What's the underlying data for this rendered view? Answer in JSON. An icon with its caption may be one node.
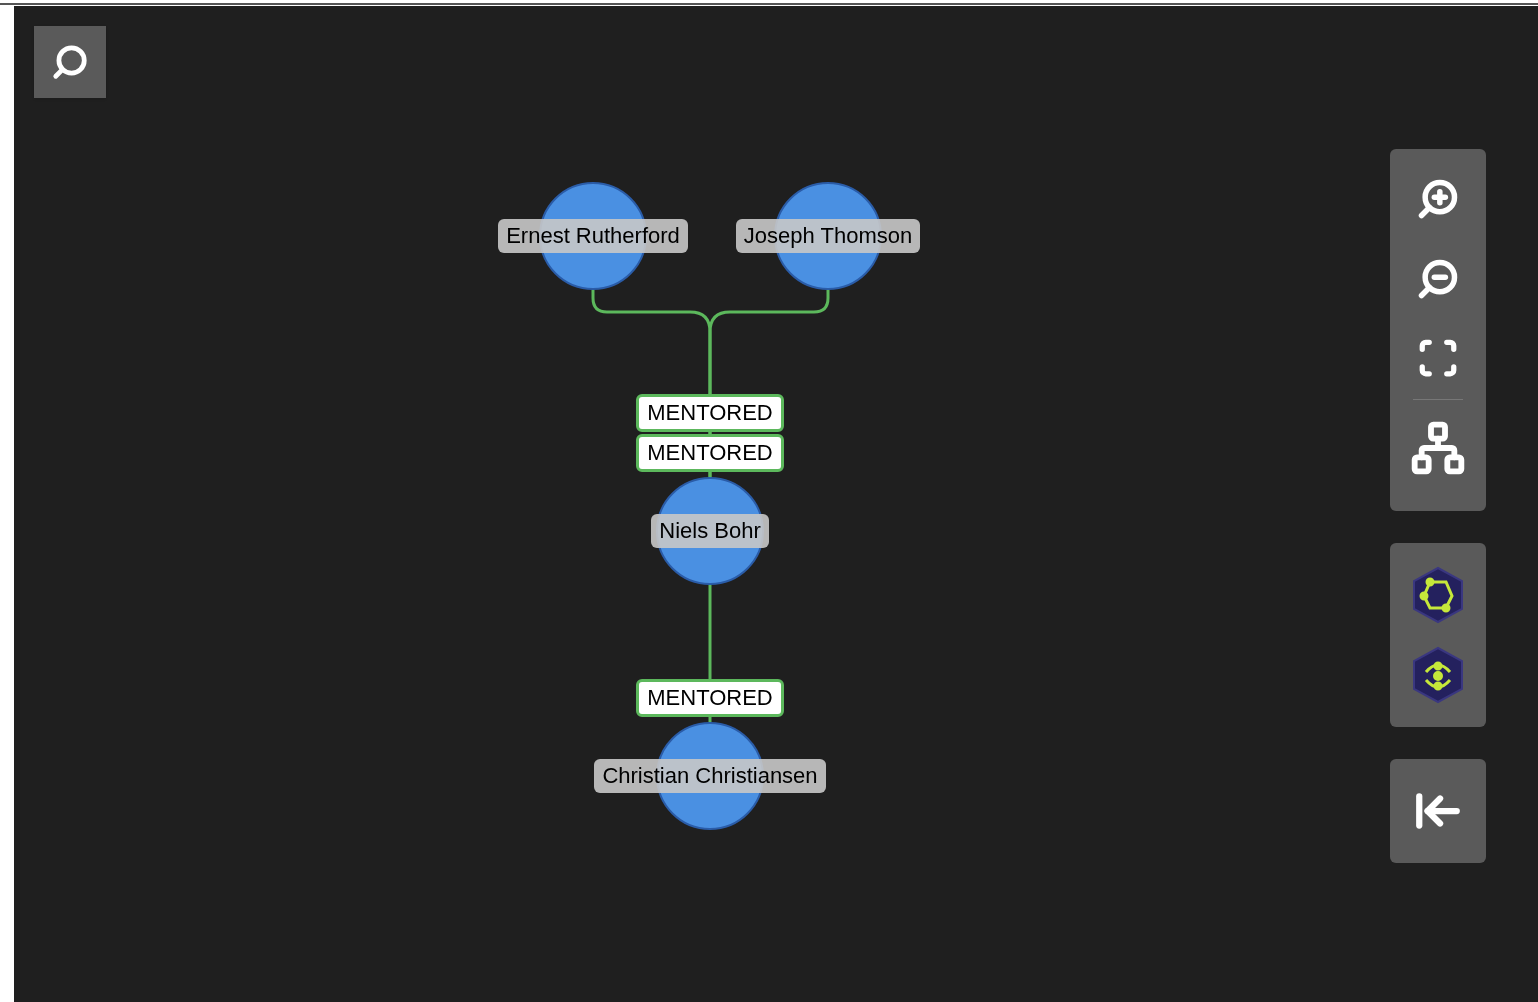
{
  "diagram": {
    "nodes": [
      {
        "text": [
          "Ernest Rutherford"
        ]
      },
      {
        "text": [
          "Joseph Thomson"
        ]
      },
      {
        "text": [
          "Niels Bohr"
        ]
      },
      {
        "text": [
          "Christian Christiansen"
        ]
      }
    ],
    "edges": [
      {
        "from": 0,
        "to": 2,
        "arrow": "none",
        "label": "MENTORED"
      },
      {
        "from": 1,
        "to": 2,
        "arrow": "none",
        "label": "MENTORED"
      },
      {
        "from": 2,
        "to": 3,
        "arrow": "none",
        "label": "MENTORED"
      }
    ]
  }
}
